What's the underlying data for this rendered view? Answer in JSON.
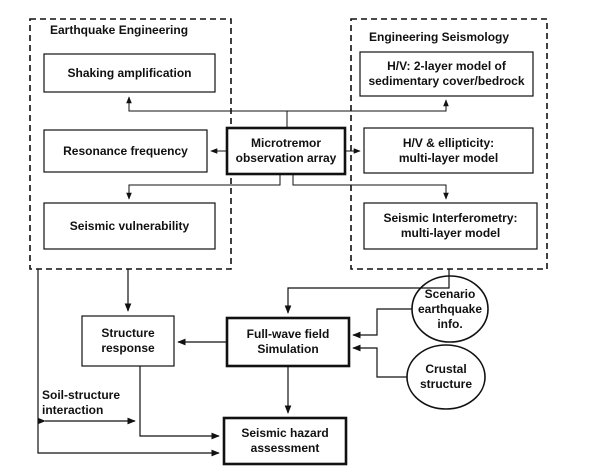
{
  "groups": {
    "earthquake_engineering": "Earthquake Engineering",
    "engineering_seismology": "Engineering Seismology"
  },
  "nodes": {
    "shaking_amplification": "Shaking amplification",
    "resonance_frequency": "Resonance frequency",
    "seismic_vulnerability": "Seismic vulnerability",
    "microtremor_array": "Microtremor\nobservation array",
    "hv_two_layer": "H/V: 2-layer model of\nsedimentary cover/bedrock",
    "hv_ellipticity": "H/V & ellipticity:\nmulti-layer model",
    "seismic_interferometry": "Seismic Interferometry:\nmulti-layer model",
    "structure_response": "Structure\nresponse",
    "full_wave_simulation": "Full-wave field\nSimulation",
    "scenario_earthquake": "Scenario\nearthquake\ninfo.",
    "crustal_structure": "Crustal\nstructure",
    "seismic_hazard": "Seismic hazard\nassessment"
  },
  "labels": {
    "soil_structure_interaction": "Soil-structure\ninteraction"
  },
  "colors": {
    "stroke": "#111111",
    "background": "#ffffff"
  }
}
